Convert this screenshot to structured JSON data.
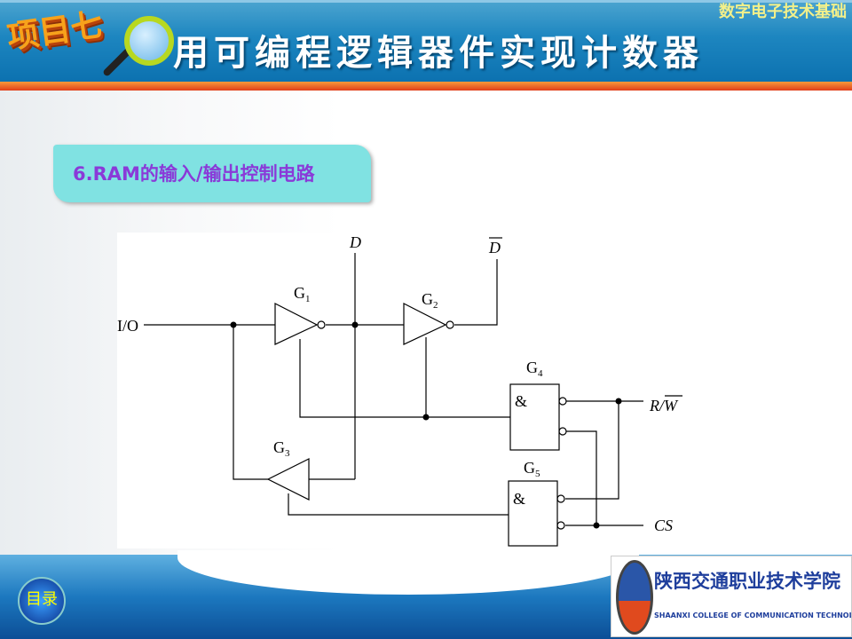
{
  "header": {
    "project_label": "项目七",
    "title": "用可编程逻辑器件实现计数器",
    "course": "数字电子技术基础"
  },
  "section": {
    "title": "6.RAM的输入/输出控制电路"
  },
  "circuit": {
    "io": "I/O",
    "d": "D",
    "d_bar": "D",
    "g1": "G",
    "g1_sub": "1",
    "g2": "G",
    "g2_sub": "2",
    "g3": "G",
    "g3_sub": "3",
    "g4": "G",
    "g4_sub": "4",
    "g5": "G",
    "g5_sub": "5",
    "and_symbol": "&",
    "rw_r": "R/",
    "rw_w": "W",
    "cs": "CS"
  },
  "footer": {
    "toc": "目录",
    "school_cn": "陕西交通职业技术学院",
    "school_en": "SHAANXI COLLEGE OF COMMUNICATION TECHNOLOGY"
  }
}
